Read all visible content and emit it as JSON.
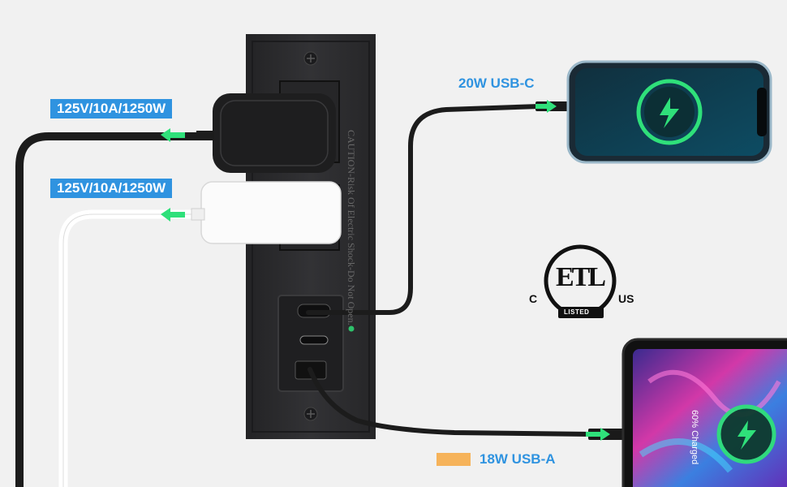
{
  "labels": {
    "outlet_top": "125V/10A/1250W",
    "outlet_bottom": "125V/10A/1250W",
    "usb_c": "20W USB-C",
    "usb_a": "18W USB-A"
  },
  "certification": {
    "left": "C",
    "right": "US",
    "mark": "ETL",
    "sub": "LISTED"
  },
  "panel": {
    "warning_text": "CAUTION-Risk Of Electric Shock-Do Not Open."
  },
  "tablet": {
    "screen_text": "60% Charged"
  },
  "colors": {
    "label_blue": "#2f93e0",
    "usb_c_text": "#2f93e0",
    "usb_a_swatch": "#f6b35a",
    "usb_a_text": "#2f93e0",
    "arrow_green": "#2fe07a",
    "panel": "#2b2b2d"
  },
  "icons": {
    "phone_charge": "lightning-bolt-icon",
    "tablet_charge": "lightning-bolt-icon",
    "screw": "screw-icon",
    "arrow": "arrow-left-icon"
  }
}
